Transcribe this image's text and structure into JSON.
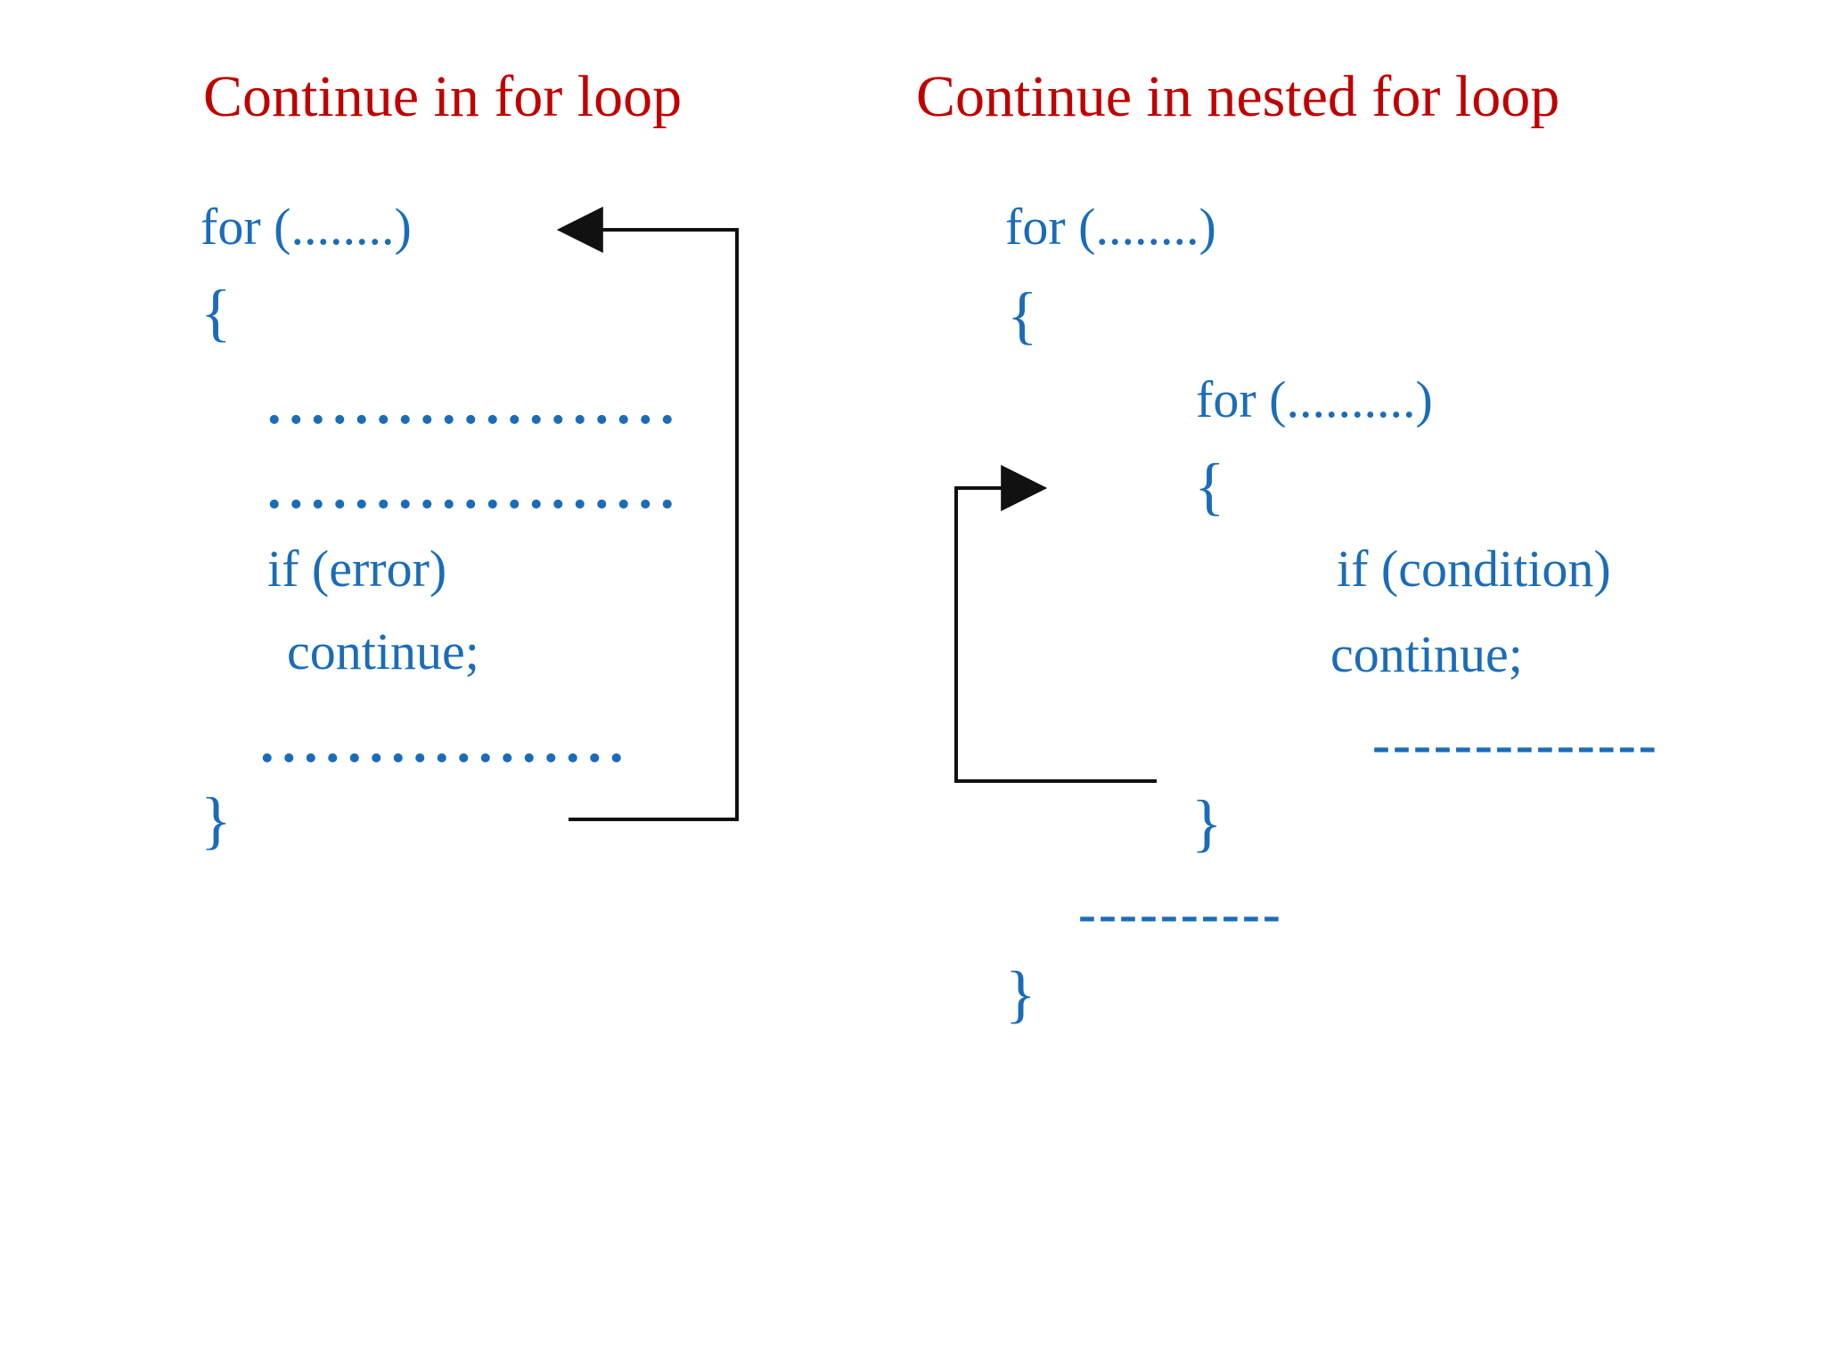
{
  "slide": {
    "left_panel": {
      "title": "Continue in for loop",
      "code": {
        "for_line": "for (........)",
        "open_brace": "{",
        "dots_line_1": "...................",
        "dots_line_2": "...................",
        "if_line": "if (error)",
        "continue_line": "continue;",
        "dots_line_3": ".................",
        "close_brace": "}"
      }
    },
    "right_panel": {
      "title": "Continue in nested for loop",
      "code": {
        "outer_for_line": "for (........)",
        "outer_open_brace": "{",
        "inner_for_line": "for (..........)",
        "inner_open_brace": "{",
        "if_line": "if (condition)",
        "continue_line": "continue;",
        "inner_dashes_line": "--------------",
        "inner_close_brace": "}",
        "outer_dashes_line": "----------",
        "outer_close_brace": "}"
      }
    },
    "colors": {
      "title_red": "#C00000",
      "code_blue": "#1B6CB8",
      "arrow_black": "#111111",
      "background": "#FFFFFF"
    }
  }
}
